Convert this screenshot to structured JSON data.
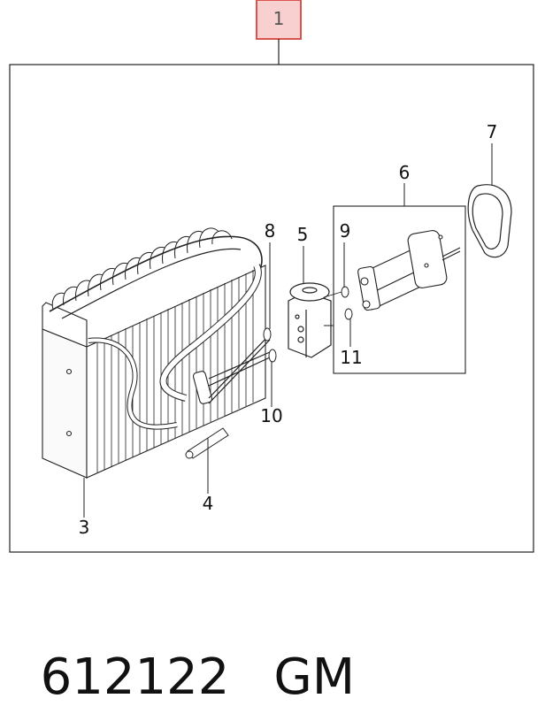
{
  "diagram": {
    "assembly_callout": "1",
    "callouts": {
      "c3": "3",
      "c4": "4",
      "c5": "5",
      "c6": "6",
      "c7": "7",
      "c8": "8",
      "c9": "9",
      "c10": "10",
      "c11": "11"
    }
  },
  "caption": {
    "part_number": "612122",
    "brand": "GM"
  },
  "colors": {
    "callout_box": "#d9534f",
    "callout_fill": "#f8d0d0",
    "line": "#222222"
  }
}
